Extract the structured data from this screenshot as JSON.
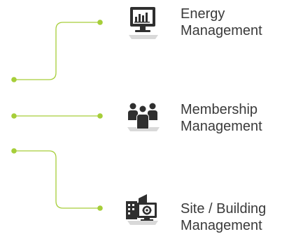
{
  "colors": {
    "accent": "#a6ce39",
    "icon": "#2f2f2f",
    "icon_shadow": "#d9d9d9",
    "text": "#3a3a3a"
  },
  "items": [
    {
      "icon": "monitor-chart-icon",
      "label_line1": "Energy",
      "label_line2": "Management"
    },
    {
      "icon": "people-group-icon",
      "label_line1": "Membership",
      "label_line2": "Management"
    },
    {
      "icon": "building-monitor-gear-icon",
      "label_line1": "Site / Building",
      "label_line2": "Management"
    }
  ]
}
